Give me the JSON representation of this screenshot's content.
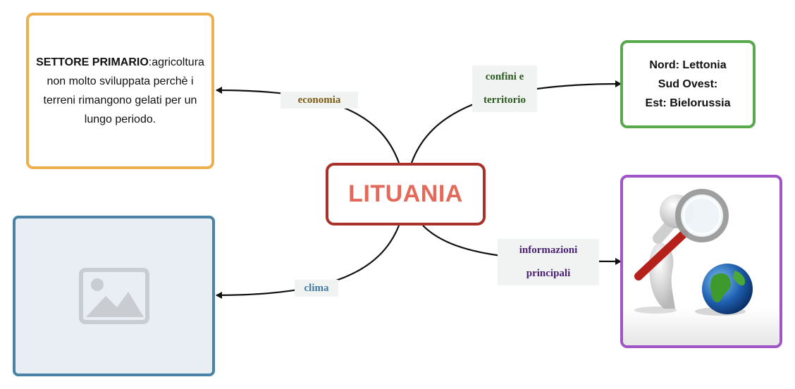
{
  "center": {
    "title": "LITUANIA"
  },
  "branches": {
    "economia": {
      "label": "economia",
      "box": {
        "bold": "SETTORE PRIMARIO",
        "text": ":agricoltura non molto sviluppata perchè i terreni rimangono gelati per un lungo periodo."
      }
    },
    "confini": {
      "label_line1": "confini e",
      "label_line2": "territorio",
      "box": {
        "line1": "Nord: Lettonia",
        "line2": "Sud Ovest:",
        "line3": "Est: Bielorussia"
      }
    },
    "clima": {
      "label": "clima"
    },
    "informazioni": {
      "label_line1": "informazioni",
      "label_line2": "principali"
    }
  },
  "colors": {
    "center_border": "#a8322a",
    "center_text": "#e36a5a",
    "economia": "#ecb04e",
    "confini": "#58a84c",
    "clima": "#4a82a6",
    "informazioni": "#a055c6"
  },
  "icons": {
    "placeholder": "image-placeholder-icon",
    "illustration": "figure-magnifier-globe-illustration"
  }
}
